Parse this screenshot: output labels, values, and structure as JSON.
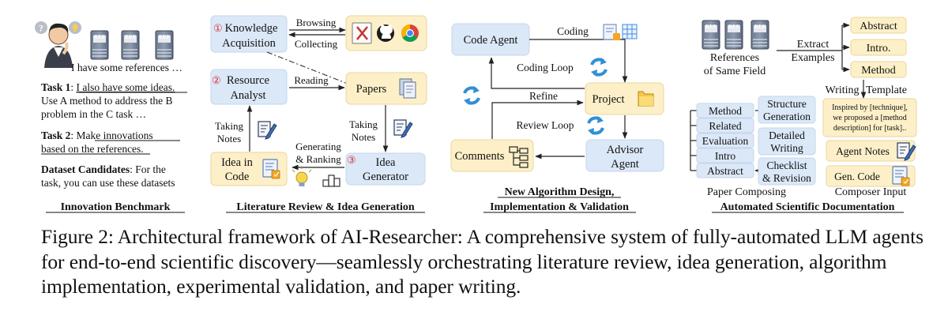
{
  "panel1": {
    "speech": "I have some references …",
    "task1_label": "Task 1",
    "task1_text": ": ",
    "task1_underlined": "I also have some ideas.",
    "task1_line2": "Use A method to address the B",
    "task1_line3": "problem in the C task …",
    "task2_label": "Task 2",
    "task2_text": ":  ",
    "task2_underlined": "Make innovations",
    "task2_line2": "based on the references.",
    "dataset_label": "Dataset Candidates",
    "dataset_text": ": For the",
    "dataset_line2": "task, you can use these datasets",
    "ref_badge": "REF",
    "title": "Innovation Benchmark"
  },
  "panel2": {
    "ka_num": "①",
    "ka_line1": "Knowledge",
    "ka_line2": "Acquisition",
    "browsing": "Browsing",
    "collecting": "Collecting",
    "ra_num": "②",
    "ra_line1": "Resource",
    "ra_line2": "Analyst",
    "reading": "Reading",
    "papers": "Papers",
    "taking_notes_left_1": "Taking",
    "taking_notes_left_2": "Notes",
    "taking_notes_right_1": "Taking",
    "taking_notes_right_2": "Notes",
    "gen_rank_1": "Generating",
    "gen_rank_2": "& Ranking",
    "ig_num": "③",
    "ig_line1": "Idea",
    "ig_line2": "Generator",
    "iic_line1": "Idea in",
    "iic_line2": "Code",
    "title": "Literature Review & Idea Generation"
  },
  "panel3": {
    "code_agent": "Code Agent",
    "coding": "Coding",
    "coding_loop": "Coding Loop",
    "refine": "Refine",
    "project": "Project",
    "review_loop": "Review Loop",
    "comments": "Comments",
    "advisor_line1": "Advisor",
    "advisor_line2": "Agent",
    "title_line1": "New Algorithm Design,",
    "title_line2": "Implementation & Validation"
  },
  "panel4": {
    "ref_badge": "REF",
    "refs_line1": "References",
    "refs_line2": "of Same Field",
    "extract": "Extract",
    "examples": "Examples",
    "abstract_btn": "Abstract",
    "intro_btn": "Intro.",
    "method_btn": "Method",
    "writing_template_a": "Writing",
    "writing_template_b": "Template",
    "template_text_1": "Inspired by [technique],",
    "template_text_2": "we proposed a [method",
    "template_text_3": "description] for [task]..",
    "sections": [
      "Method",
      "Related",
      "Evaluation",
      "Intro",
      "Abstract"
    ],
    "sg_line1": "Structure",
    "sg_line2": "Generation",
    "dw_line1": "Detailed",
    "dw_line2": "Writing",
    "cr_line1": "Checklist",
    "cr_line2": "& Revision",
    "agent_notes": "Agent Notes",
    "gen_code": "Gen. Code",
    "paper_composing": "Paper Composing",
    "composer_input": "Composer Input",
    "title": "Automated Scientific Documentation"
  },
  "caption": "Figure 2: Architectural framework of AI-Researcher: A comprehensive system of fully-automated LLM agents for end-to-end scientific discovery—seamlessly orchestrating literature review, idea generation, algorithm implementation, experimental validation, and paper writing.",
  "colors": {
    "blue_box": "#dbe8f7",
    "yellow_box": "#fdf0c8",
    "red_num": "#d8333a",
    "cycle_blue": "#2f8fd6"
  },
  "icons": [
    "person-icon",
    "question-bubble-icon",
    "lightbulb-bubble-icon",
    "reference-book-icon",
    "x-logo-icon",
    "github-icon",
    "chrome-icon",
    "papers-icon",
    "pencil-note-icon",
    "lightbulb-icon",
    "ranking-icon",
    "code-document-icon",
    "code-table-icon",
    "cycle-arrows-icon",
    "folder-icon",
    "flowchart-icon"
  ]
}
